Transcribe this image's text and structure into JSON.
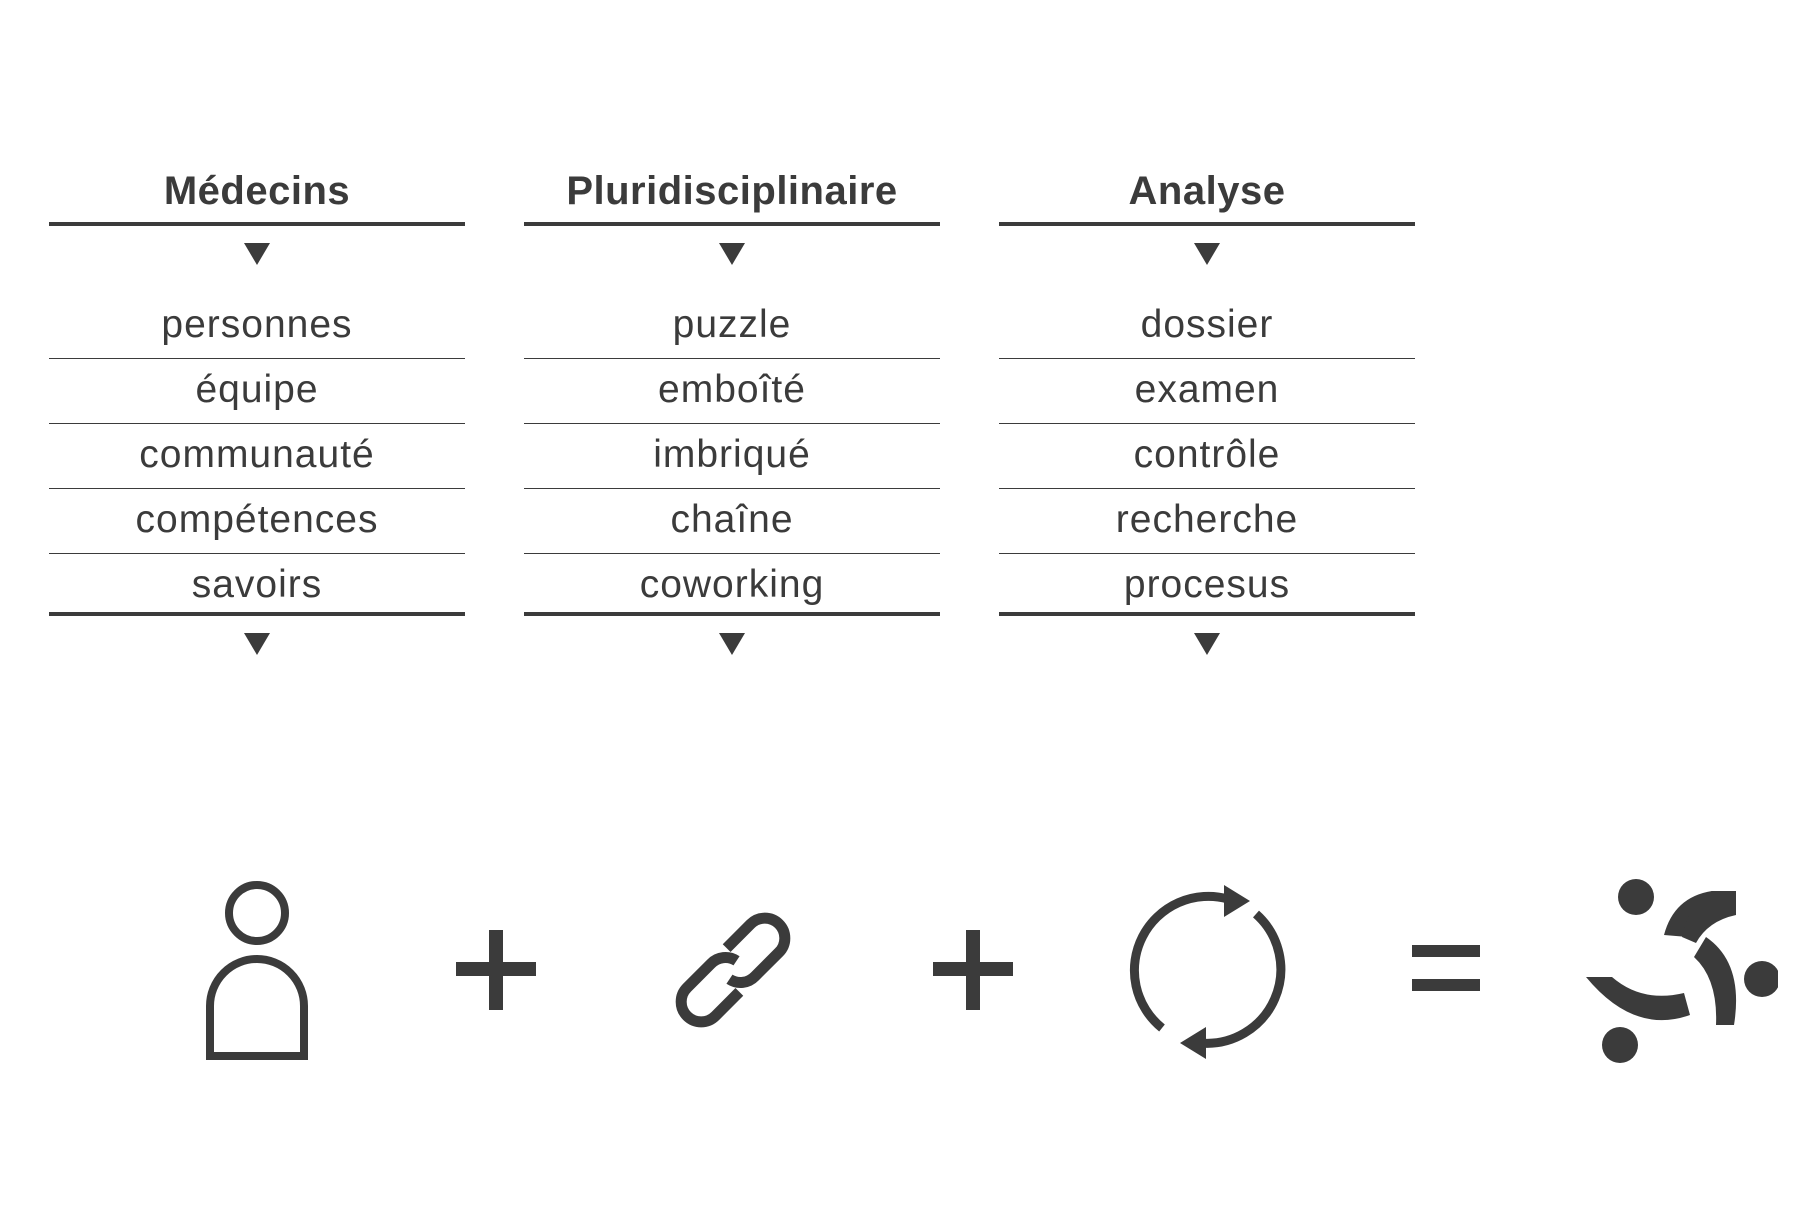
{
  "columns": [
    {
      "title": "Médecins",
      "items": [
        "personnes",
        "équipe",
        "communauté",
        "compétences",
        "savoirs"
      ]
    },
    {
      "title": "Pluridisciplinaire",
      "items": [
        "puzzle",
        "emboîté",
        "imbriqué",
        "chaîne",
        "coworking"
      ]
    },
    {
      "title": "Analyse",
      "items": [
        "dossier",
        "examen",
        "contrôle",
        "recherche",
        "procesus"
      ]
    }
  ],
  "equation": {
    "terms": [
      "person-icon",
      "plus-icon",
      "link-icon",
      "plus-icon",
      "refresh-cycle-icon",
      "equals-icon",
      "logo-icon"
    ]
  },
  "colors": {
    "ink": "#3b3b3b",
    "background": "#ffffff"
  }
}
